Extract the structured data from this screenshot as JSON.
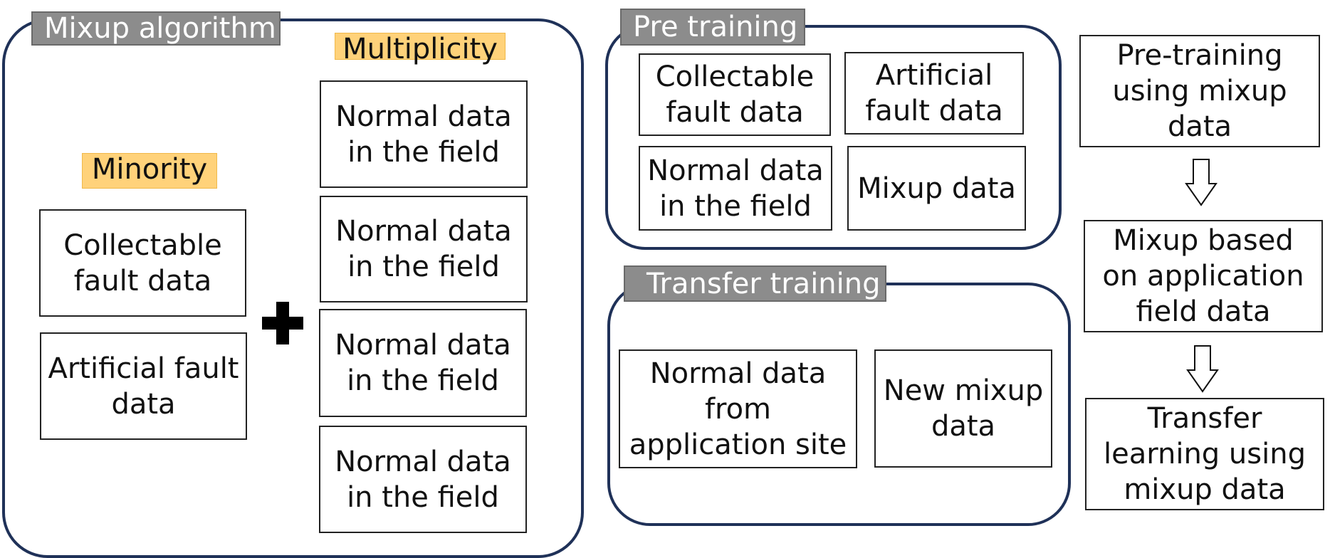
{
  "mixup": {
    "title": "Mixup algorithm",
    "minority_label": "Minority",
    "multiplicity_label": "Multiplicity",
    "minority_boxes": [
      "Collectable\nfault data",
      "Artificial fault\ndata"
    ],
    "multiplicity_boxes": [
      "Normal data\nin the field",
      "Normal data\nin the field",
      "Normal data\nin the field",
      "Normal data\nin the field"
    ]
  },
  "pre_training": {
    "title": "Pre training",
    "boxes": [
      "Collectable\nfault data",
      "Artificial\nfault data",
      "Normal data\nin the field",
      "Mixup data"
    ]
  },
  "transfer_training": {
    "title": "Transfer training",
    "boxes": [
      "Normal data\nfrom\napplication site",
      "New mixup\ndata"
    ]
  },
  "flow": {
    "steps": [
      "Pre-training\nusing mixup\ndata",
      "Mixup based\non application\nfield data",
      "Transfer\nlearning using\nmixup data"
    ]
  },
  "colors": {
    "panel_border": "#1f3158",
    "tag_bg": "#8c8c8c",
    "highlight": "#ffd27a"
  }
}
